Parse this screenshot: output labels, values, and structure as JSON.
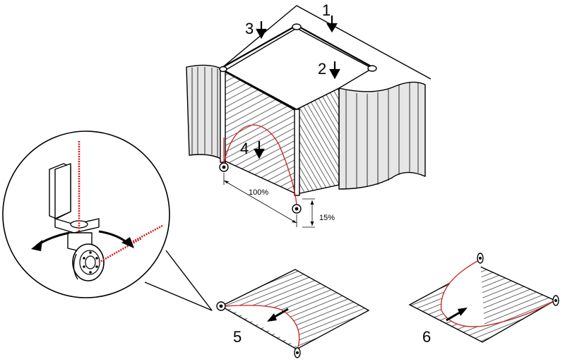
{
  "steps": {
    "s1": "1",
    "s2": "2",
    "s3": "3",
    "s4": "4",
    "s5": "5",
    "s6": "6"
  },
  "dimensions": {
    "span": "100%",
    "sag": "15%"
  },
  "colors": {
    "chain": "#cc1f1f",
    "panel": "#e6e6e6",
    "line": "#000000"
  }
}
